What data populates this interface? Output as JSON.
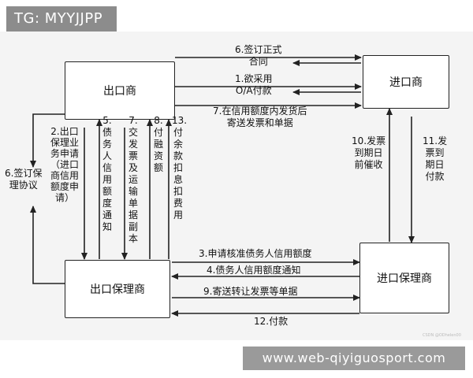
{
  "tag": "TG: MYYJJPP",
  "url": "www.web-qiyiguosport.com",
  "credit": "CSDN @ODhelen00",
  "nodes": {
    "exporter": "出口商",
    "importer": "进口商",
    "export_factor": "出口保理商",
    "import_factor": "进口保理商"
  },
  "flows": {
    "f1": "1.欲采用\nO/A付款",
    "f2": "2.出口\n保理业\n务申请\n（进口\n商信用\n额度申\n请）",
    "f3": "3.申请核准债务人信用额度",
    "f4": "4.债务人信用额度通知",
    "f5": "5.\n债\n务\n人\n信\n用\n额\n度\n通\n知",
    "f6a": "6.签订正式\n合同",
    "f6b": "6.签订保\n理协议",
    "f7a": "7.在信用额度内发货后\n寄送发票和单据",
    "f7b": "7.\n交\n发\n票\n及\n运\n输\n单\n据\n副\n本",
    "f8": "8.\n付\n融\n资\n额",
    "f9": "9.寄送转让发票等单据",
    "f10": "10.发票\n到期日\n前催收",
    "f11": "11.发\n票到\n期日\n付款",
    "f12": "12.付款",
    "f13": "13.\n付\n余\n款\n扣\n息\n扣\n费\n用"
  }
}
